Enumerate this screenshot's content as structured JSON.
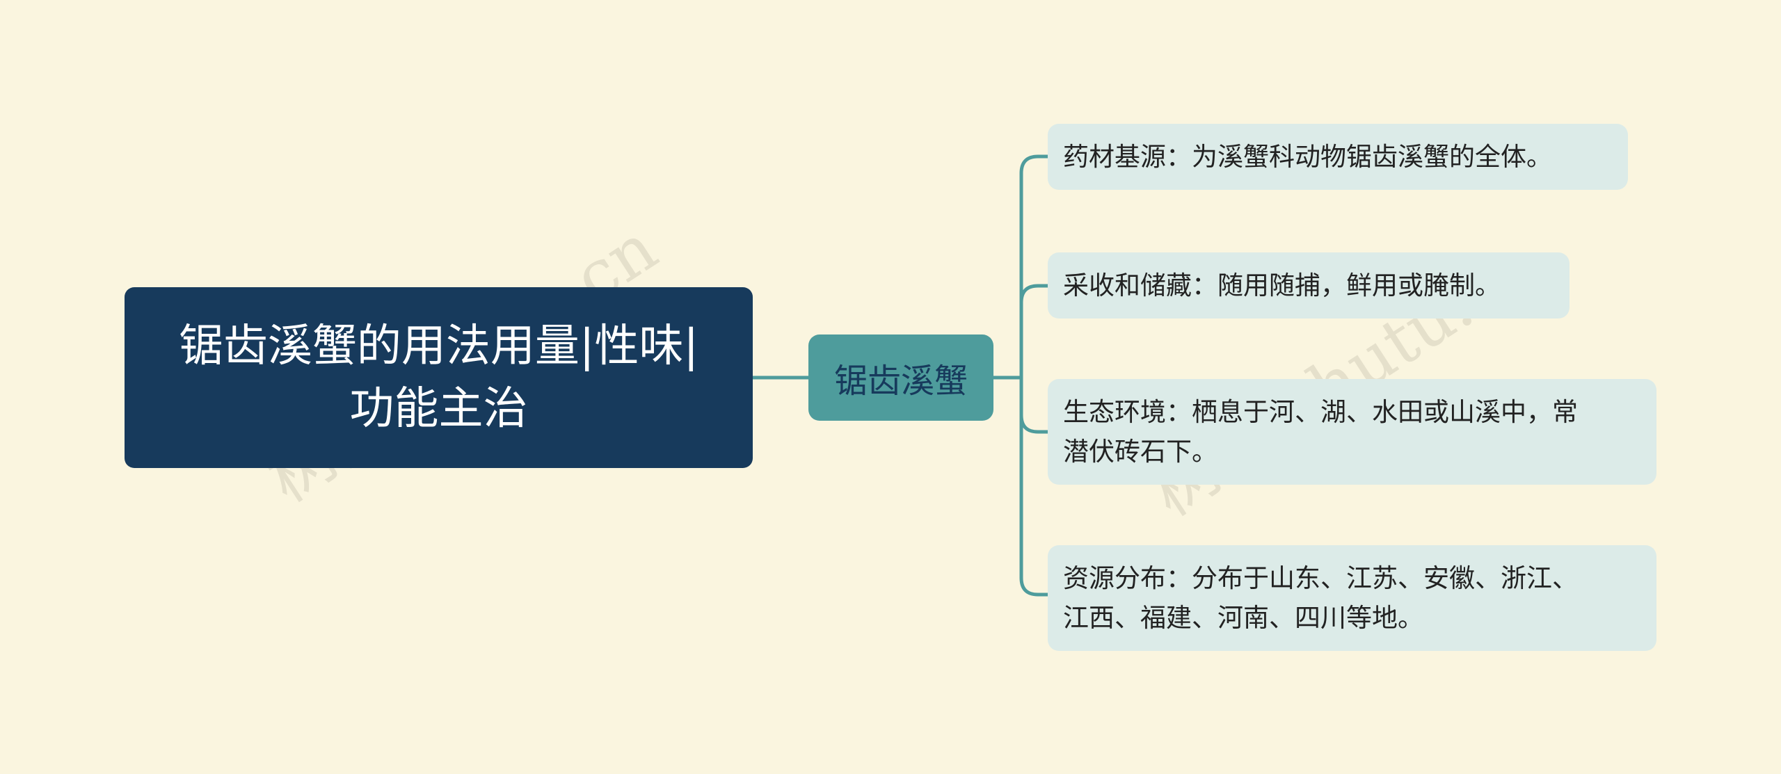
{
  "root": {
    "label": "锯齿溪蟹的用法用量|性味|\n功能主治"
  },
  "center": {
    "label": "锯齿溪蟹"
  },
  "leaves": [
    {
      "label": "药材基源：为溪蟹科动物锯齿溪蟹的全体。"
    },
    {
      "label": "采收和储藏：随用随捕，鲜用或腌制。"
    },
    {
      "label": "生态环境：栖息于河、湖、水田或山溪中，常\n潜伏砖石下。"
    },
    {
      "label": "资源分布：分布于山东、江苏、安徽、浙江、\n江西、福建、河南、四川等地。"
    }
  ],
  "watermarks": [
    "树图 shutu.cn",
    "树图 shutu.cn"
  ],
  "colors": {
    "background": "#FAF5DF",
    "root_fill": "#173A5C",
    "center_fill": "#4E9C9C",
    "leaf_fill": "#DCEBE8",
    "connector": "#4E9C9C"
  }
}
